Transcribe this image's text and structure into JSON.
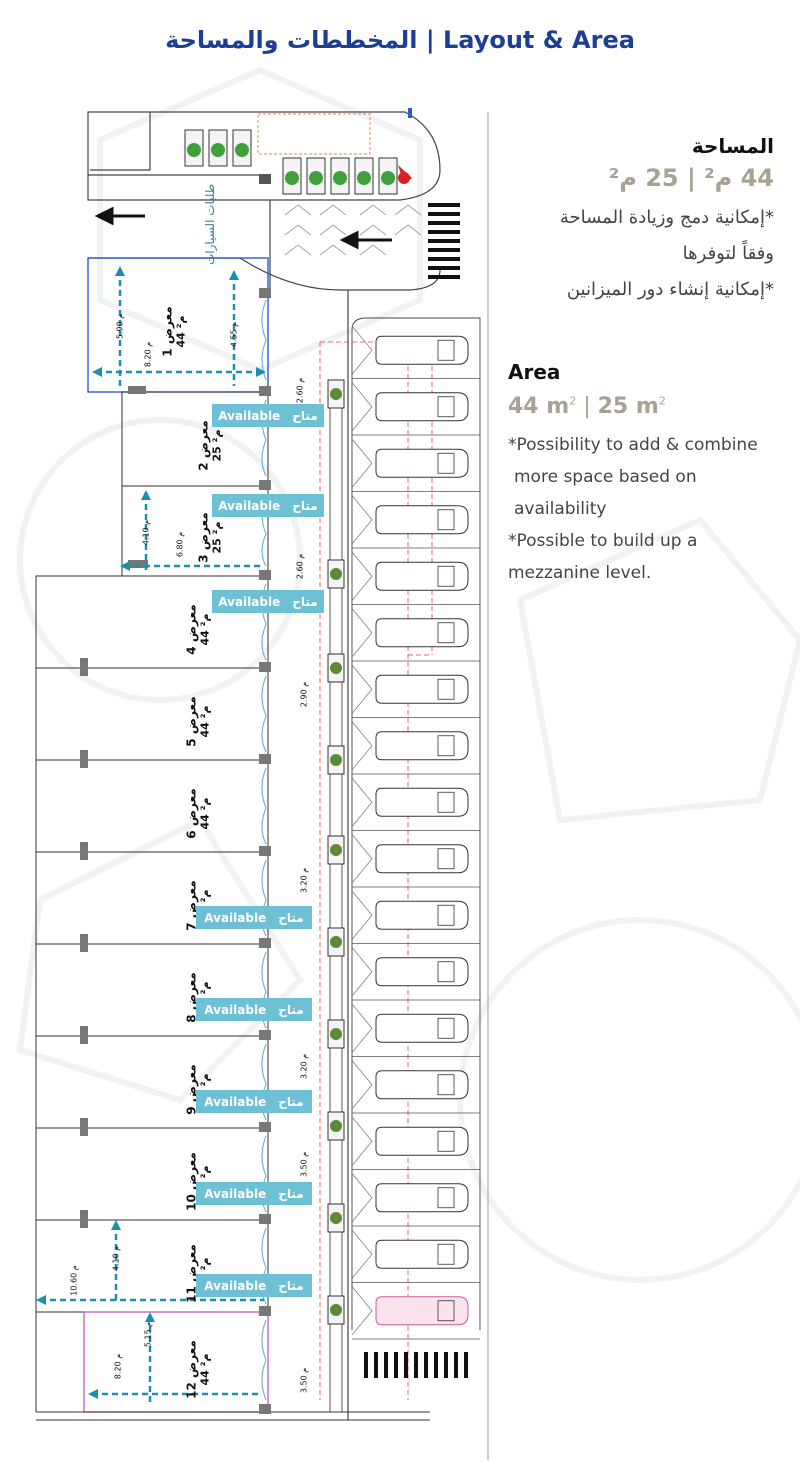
{
  "title": "المخططات والمساحة | Layout & Area",
  "arabic_info": {
    "heading": "المساحة",
    "values": "44 م² | 25 م²",
    "note1_line1": "*إمكانية دمج وزيادة المساحة",
    "note1_line2": "وفقاً لتوفرها",
    "note2": "*إمكانية إنشاء دور الميزانين"
  },
  "english_info": {
    "heading": "Area",
    "value_a": "44 m",
    "value_b": "25 m",
    "sup": "2",
    "sep": "|",
    "note1_l1": "*Possibility to add & combine",
    "note1_l2": "more space based on",
    "note1_l3": "availability",
    "note2_l1": "*Possible to build up a",
    "note2_l2": "mezzanine level."
  },
  "plan": {
    "entrance_label": "طلبات السيارات",
    "showrooms": [
      {
        "name": "معرض 1",
        "area": "44 م²"
      },
      {
        "name": "معرض 2",
        "area": "25 م²"
      },
      {
        "name": "معرض 3",
        "area": "25 م²"
      },
      {
        "name": "معرض 4",
        "area": "44 م²"
      },
      {
        "name": "معرض 5",
        "area": "44 م²"
      },
      {
        "name": "معرض 6",
        "area": "44 م²"
      },
      {
        "name": "معرض 7",
        "area": "44 م²"
      },
      {
        "name": "معرض 8",
        "area": "44 م²"
      },
      {
        "name": "معرض 9",
        "area": "44 م²"
      },
      {
        "name": "معرض 10",
        "area": "44 م²"
      },
      {
        "name": "معرض 11",
        "area": "44 م²"
      },
      {
        "name": "معرض 12",
        "area": "44 م²"
      }
    ],
    "available_en": "Available",
    "available_ar": "متاح",
    "dimensions": [
      "5.90 م",
      "8.20 م",
      "4.55 م",
      "2.60 م",
      "4.10 م",
      "6.80 م",
      "2.60 م",
      "2.90 م",
      "3.20 م",
      "3.20 م",
      "3.50 م",
      "4.10 م",
      "10.60 م",
      "5.15 م",
      "8.20 م",
      "3.50 م"
    ],
    "parking_spaces": 18
  },
  "colors": {
    "title": "#1c3f95",
    "available_badge": "#6ec0d4",
    "dimension_arrow": "#1b8fb0",
    "area_value": "#a9a293"
  }
}
